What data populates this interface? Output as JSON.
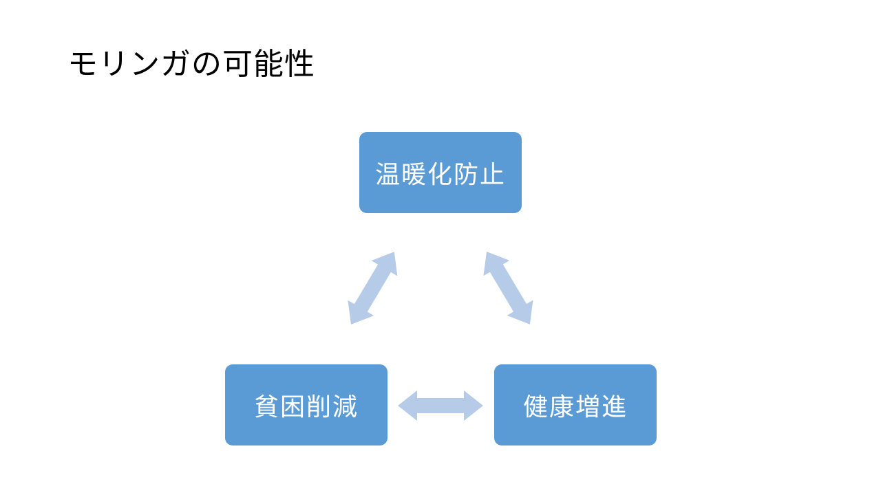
{
  "slide": {
    "title": "モリンガの可能性",
    "background_color": "#FFFFFF",
    "title_color": "#000000"
  },
  "diagram": {
    "type": "cycle",
    "nodes": [
      {
        "id": "top",
        "label": "温暖化防止"
      },
      {
        "id": "bottom-left",
        "label": "貧困削減"
      },
      {
        "id": "bottom-right",
        "label": "健康増進"
      }
    ],
    "connections": [
      {
        "from": "bottom-left",
        "to": "top",
        "bidirectional": true
      },
      {
        "from": "top",
        "to": "bottom-right",
        "bidirectional": true
      },
      {
        "from": "bottom-left",
        "to": "bottom-right",
        "bidirectional": true
      }
    ],
    "colors": {
      "node_fill": "#5B9BD5",
      "node_text": "#FFFFFF",
      "arrow_fill": "#B5CBE8"
    }
  }
}
